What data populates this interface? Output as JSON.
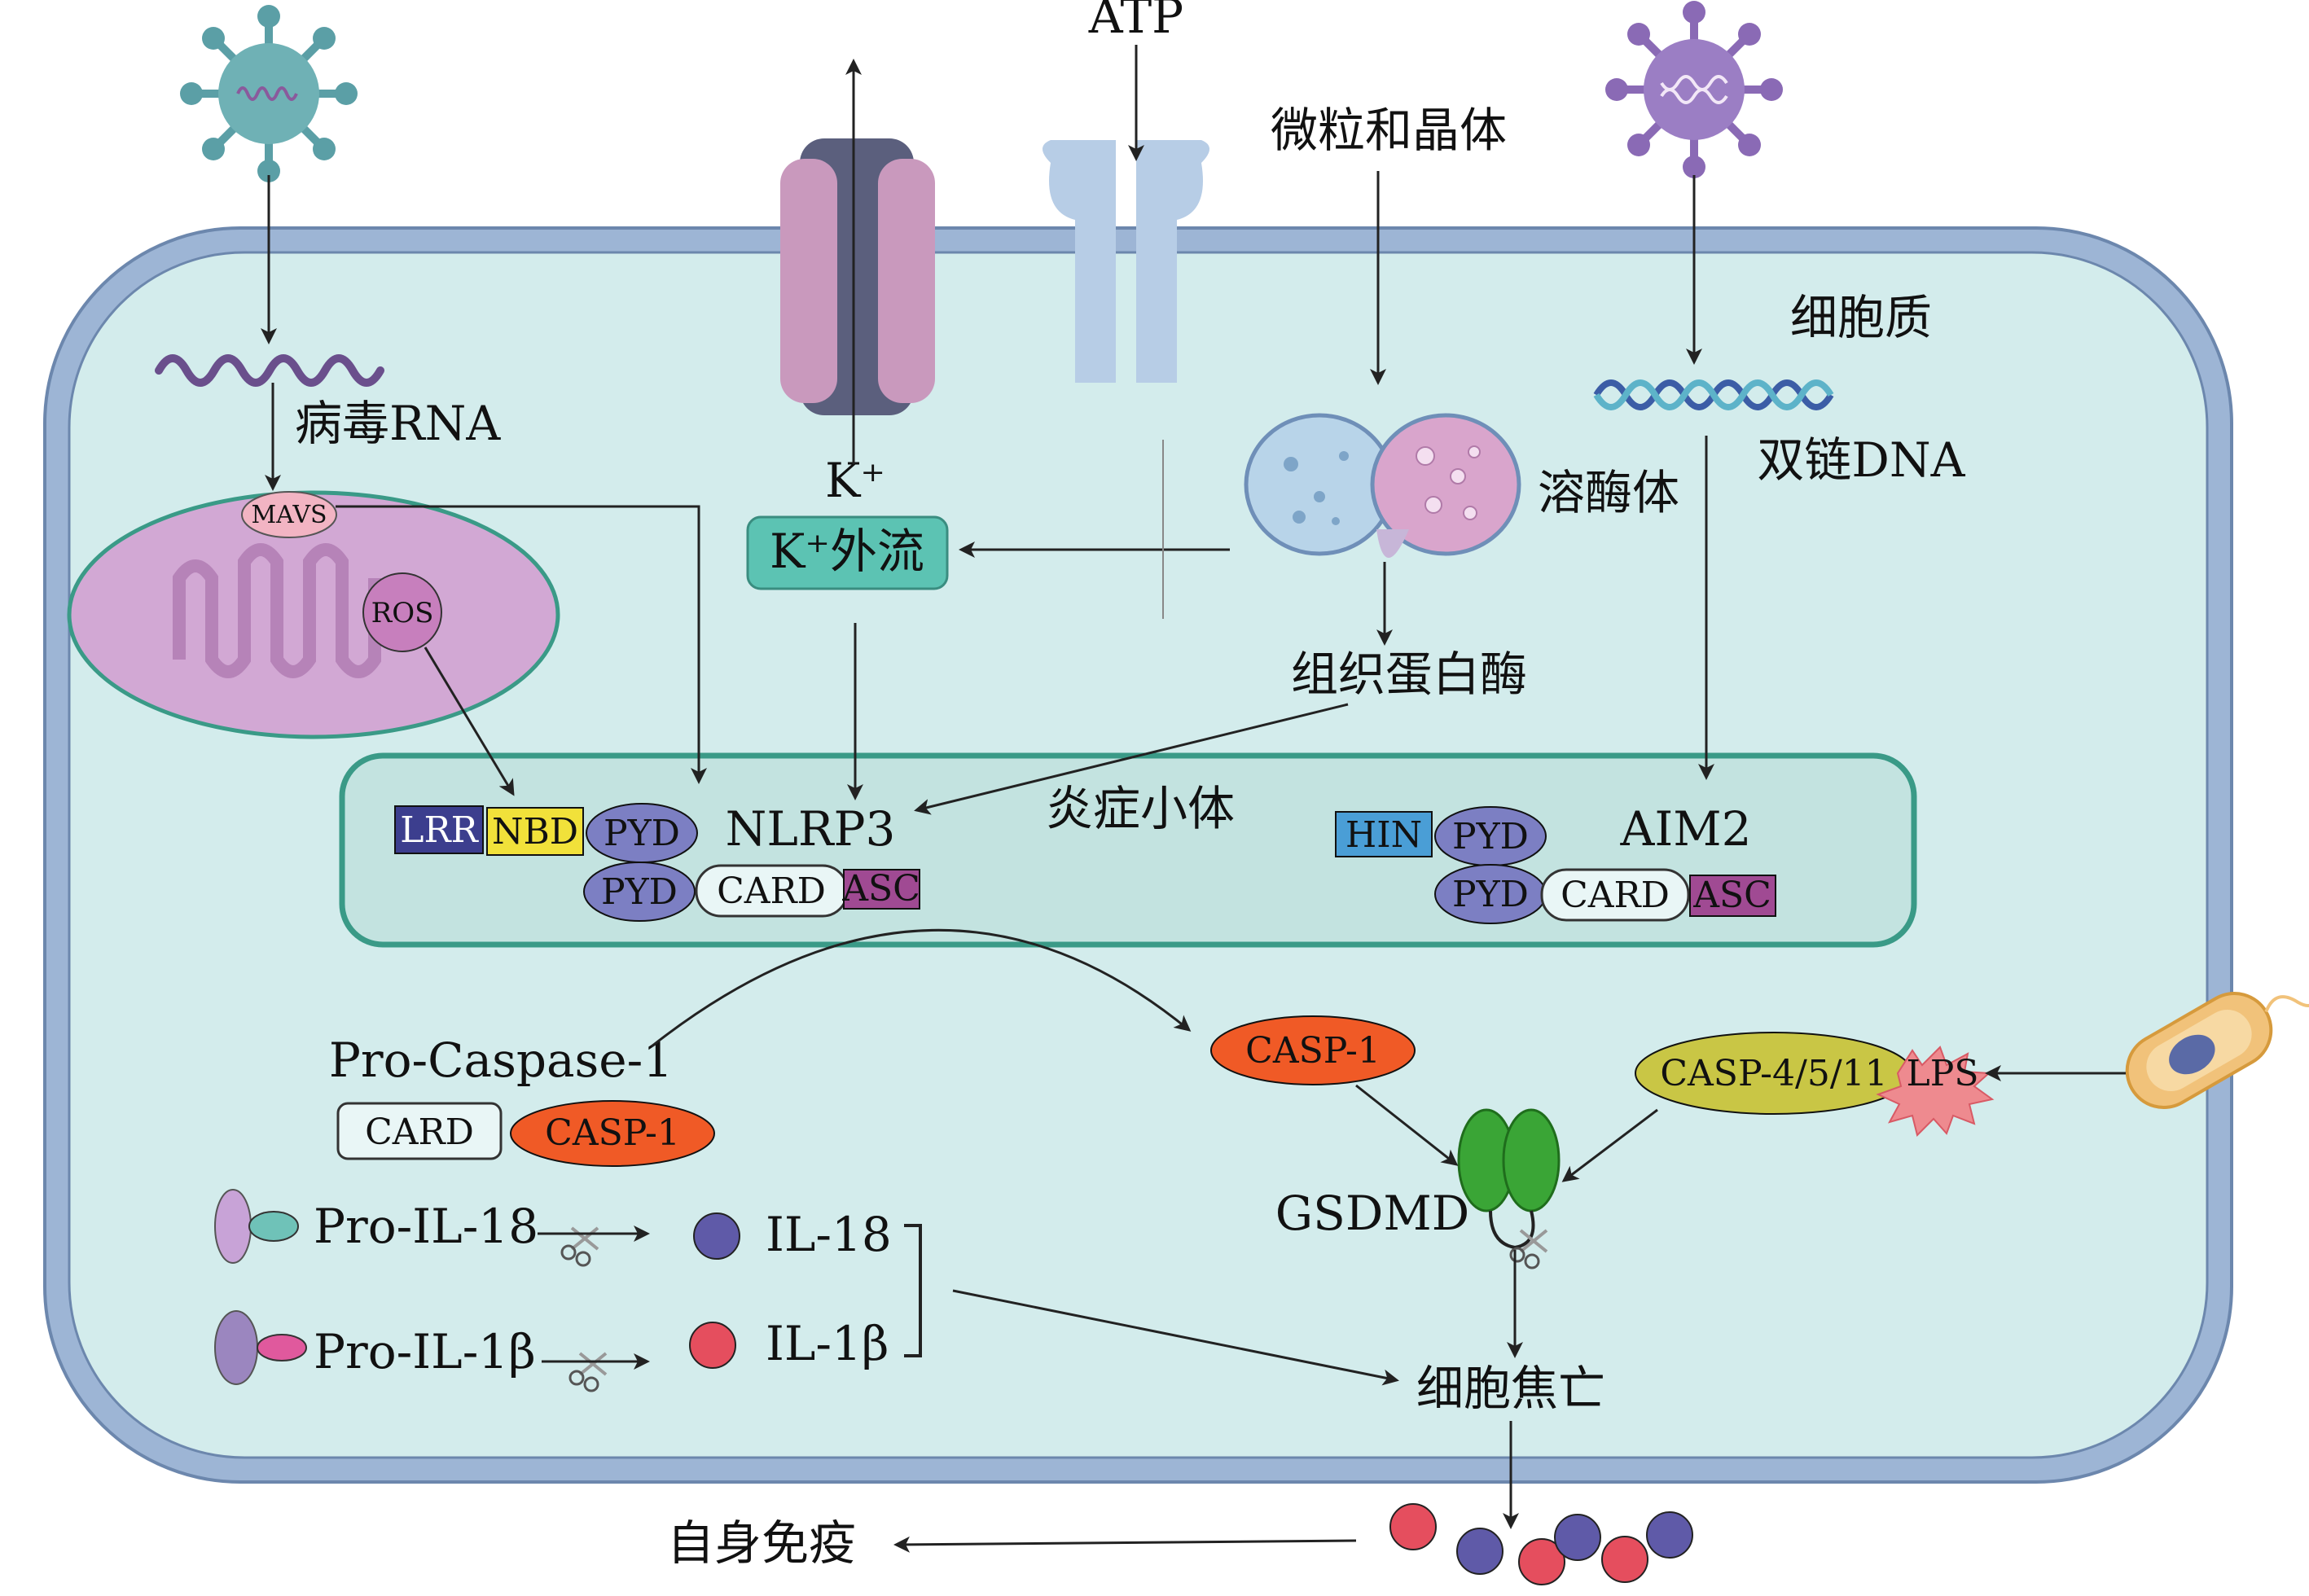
{
  "labels": {
    "atp": "ATP",
    "particles_crystals": "微粒和晶体",
    "cytoplasm": "细胞质",
    "viral_rna": "病毒RNA",
    "mavs": "MAVS",
    "ros": "ROS",
    "k_plus": "K⁺",
    "k_efflux": "K⁺外流",
    "lysosome": "溶酶体",
    "dsdna": "双链DNA",
    "cathepsin": "组织蛋白酶",
    "inflammasome": "炎症小体",
    "nlrp3": "NLRP3",
    "aim2": "AIM2",
    "pro_caspase1": "Pro-Caspase-1",
    "casp1_active": "CASP-1",
    "casp4511": "CASP-4/5/11",
    "lps": "LPS",
    "gsdmd": "GSDMD",
    "pro_il18": "Pro-IL-18",
    "pro_il1b": "Pro-IL-1β",
    "il18": "IL-18",
    "il1b": "IL-1β",
    "pyroptosis": "细胞焦亡",
    "autoimmunity": "自身免疫"
  },
  "domains": {
    "lrr": "LRR",
    "nbd": "NBD",
    "pyd": "PYD",
    "card": "CARD",
    "asc": "ASC",
    "hin": "HIN",
    "casp1": "CASP-1"
  },
  "colors": {
    "membrane": "#9db5d5",
    "cytoplasm": "#d3ecec",
    "inflammasome_border": "#3a9a87",
    "teal_box": "#5cc3b3",
    "lrr": "#3c3e8e",
    "nbd": "#f1e13a",
    "pyd": "#7c7fc3",
    "asc": "#a04a93",
    "hin": "#4a9ed6",
    "casp_orange": "#f05a26",
    "casp4511": "#c9c645",
    "lps": "#ee8a8f",
    "gsdmd": "#3aa536",
    "il18": "#5f5aa8",
    "il1b": "#e54e5e"
  }
}
